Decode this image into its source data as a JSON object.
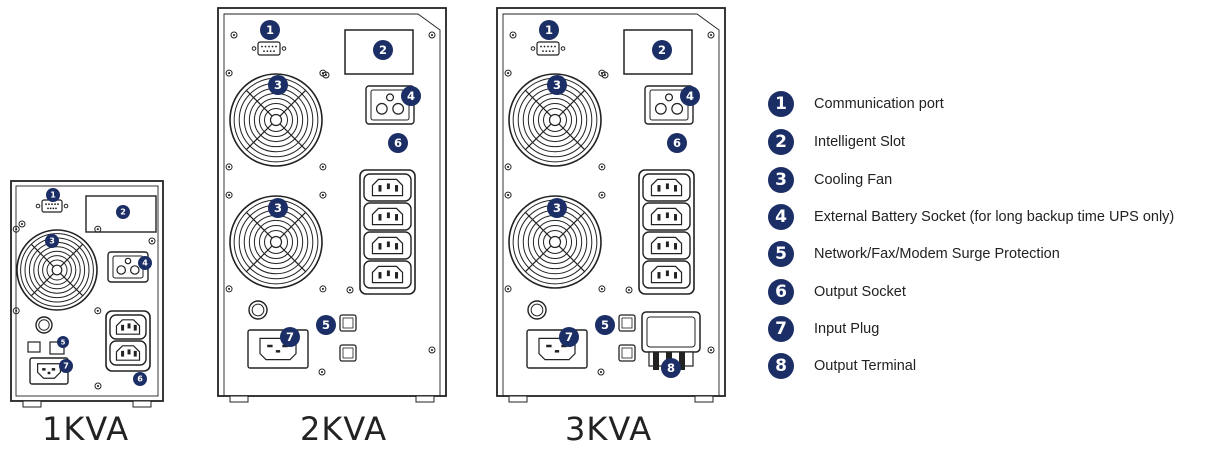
{
  "models": [
    {
      "label": "1KVA"
    },
    {
      "label": "2KVA"
    },
    {
      "label": "3KVA"
    }
  ],
  "legend": [
    {
      "number": "1",
      "text": "Communication port"
    },
    {
      "number": "2",
      "text": "Intelligent Slot"
    },
    {
      "number": "3",
      "text": "Cooling Fan"
    },
    {
      "number": "4",
      "text": "External Battery Socket (for long backup time UPS only)"
    },
    {
      "number": "5",
      "text": "Network/Fax/Modem Surge Protection"
    },
    {
      "number": "6",
      "text": "Output Socket"
    },
    {
      "number": "7",
      "text": "Input Plug"
    },
    {
      "number": "8",
      "text": "Output Terminal"
    }
  ],
  "colors": {
    "badge": "#1c2e66",
    "line": "#222222"
  }
}
